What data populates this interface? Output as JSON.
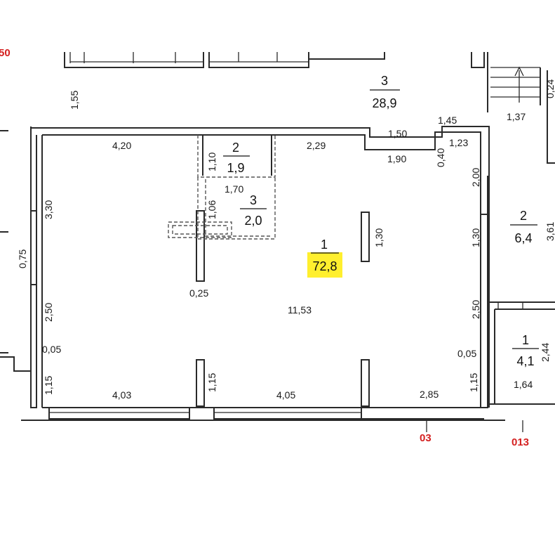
{
  "rooms": {
    "main": {
      "number": "1",
      "area": "72,8"
    },
    "r2": {
      "number": "2",
      "area": "1,9"
    },
    "r3": {
      "number": "3",
      "area": "2,0"
    },
    "top3": {
      "number": "3",
      "area": "28,9"
    },
    "right2": {
      "number": "2",
      "area": "6,4"
    },
    "right1": {
      "number": "1",
      "area": "4,1"
    }
  },
  "dimensions": {
    "d_1_55": "1,55",
    "d_1_45": "1,45",
    "d_1_37": "1,37",
    "d_4_20": "4,20",
    "d_1_10": "1,10",
    "d_2_29": "2,29",
    "d_1_50": "1,50",
    "d_1_23": "1,23",
    "d_1_90": "1,90",
    "d_0_40": "0,40",
    "d_2_00": "2,00",
    "d_3_30": "3,30",
    "d_1_06": "1,06",
    "d_1_70": "1,70",
    "d_1_30_a": "1,30",
    "d_1_30_b": "1,30",
    "d_3_61": "3,61",
    "d_0_75": "0,75",
    "d_0_25": "0,25",
    "d_11_53": "11,53",
    "d_2_50_a": "2,50",
    "d_2_50_b": "2,50",
    "d_2_44": "2,44",
    "d_0_05_a": "0,05",
    "d_0_05_b": "0,05",
    "d_1_15_a": "1,15",
    "d_1_15_b": "1,15",
    "d_1_15_c": "1,15",
    "d_1_64": "1,64",
    "d_4_03": "4,03",
    "d_4_05": "4,05",
    "d_2_85": "2,85",
    "d_0_24": "0,24"
  },
  "axis_labels": {
    "a03": "03",
    "a013": "013",
    "corner": "50"
  },
  "colors": {
    "highlight": "#ffef2e",
    "axis_red": "#d42020"
  }
}
